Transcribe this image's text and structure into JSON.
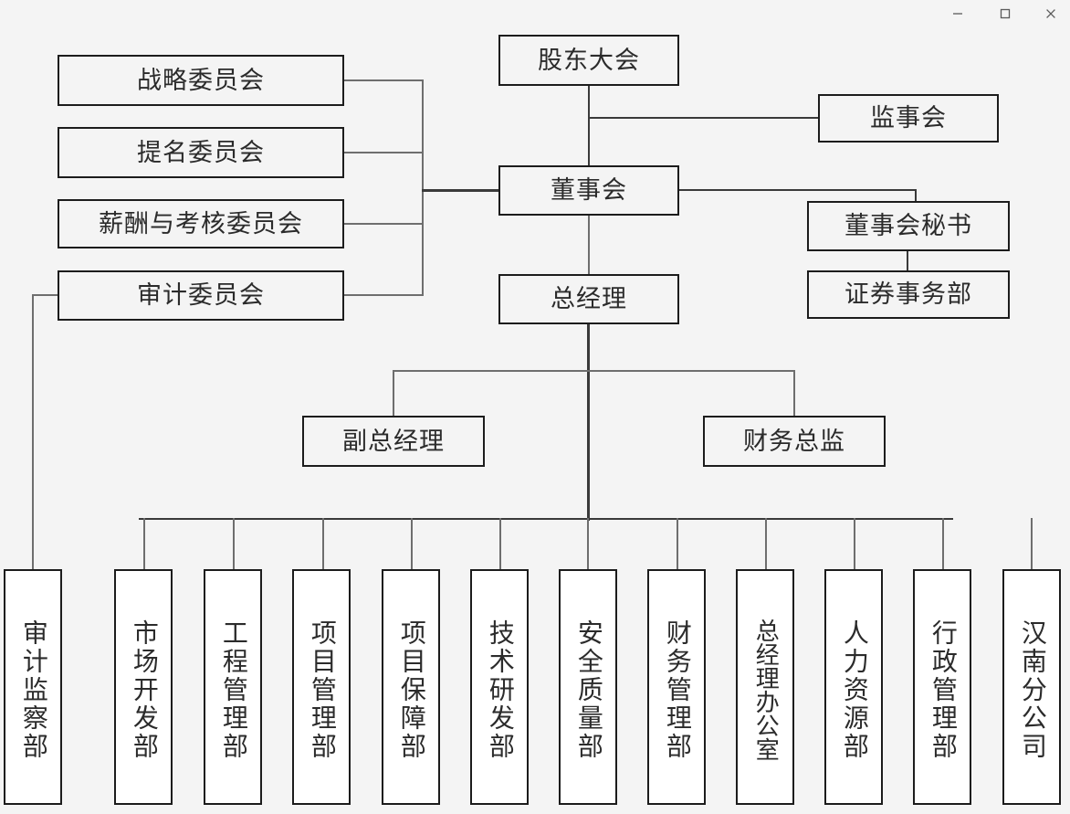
{
  "window": {
    "controls": [
      {
        "name": "minimize-button",
        "glyph": "minimize-icon"
      },
      {
        "name": "maximize-button",
        "glyph": "maximize-icon"
      },
      {
        "name": "close-button",
        "glyph": "close-icon"
      }
    ]
  },
  "chart": {
    "type": "org-chart",
    "background_color": "#f4f4f4",
    "box_border_color": "#1c1c1c",
    "line_color": "#3a3a3a",
    "nodes": {
      "shareholders_meeting": "股东大会",
      "board_of_supervisors": "监事会",
      "board_of_directors": "董事会",
      "board_secretary": "董事会秘书",
      "securities_affairs": "证券事务部",
      "general_manager": "总经理",
      "deputy_general_manager": "副总经理",
      "cfo": "财务总监"
    },
    "committees": [
      "战略委员会",
      "提名委员会",
      "薪酬与考核委员会",
      "审计委员会"
    ],
    "departments": [
      "审计监察部",
      "市场开发部",
      "工程管理部",
      "项目管理部",
      "项目保障部",
      "技术研发部",
      "安全质量部",
      "财务管理部",
      "总经理办公室",
      "人力资源部",
      "行政管理部",
      "汉南分公司"
    ]
  }
}
